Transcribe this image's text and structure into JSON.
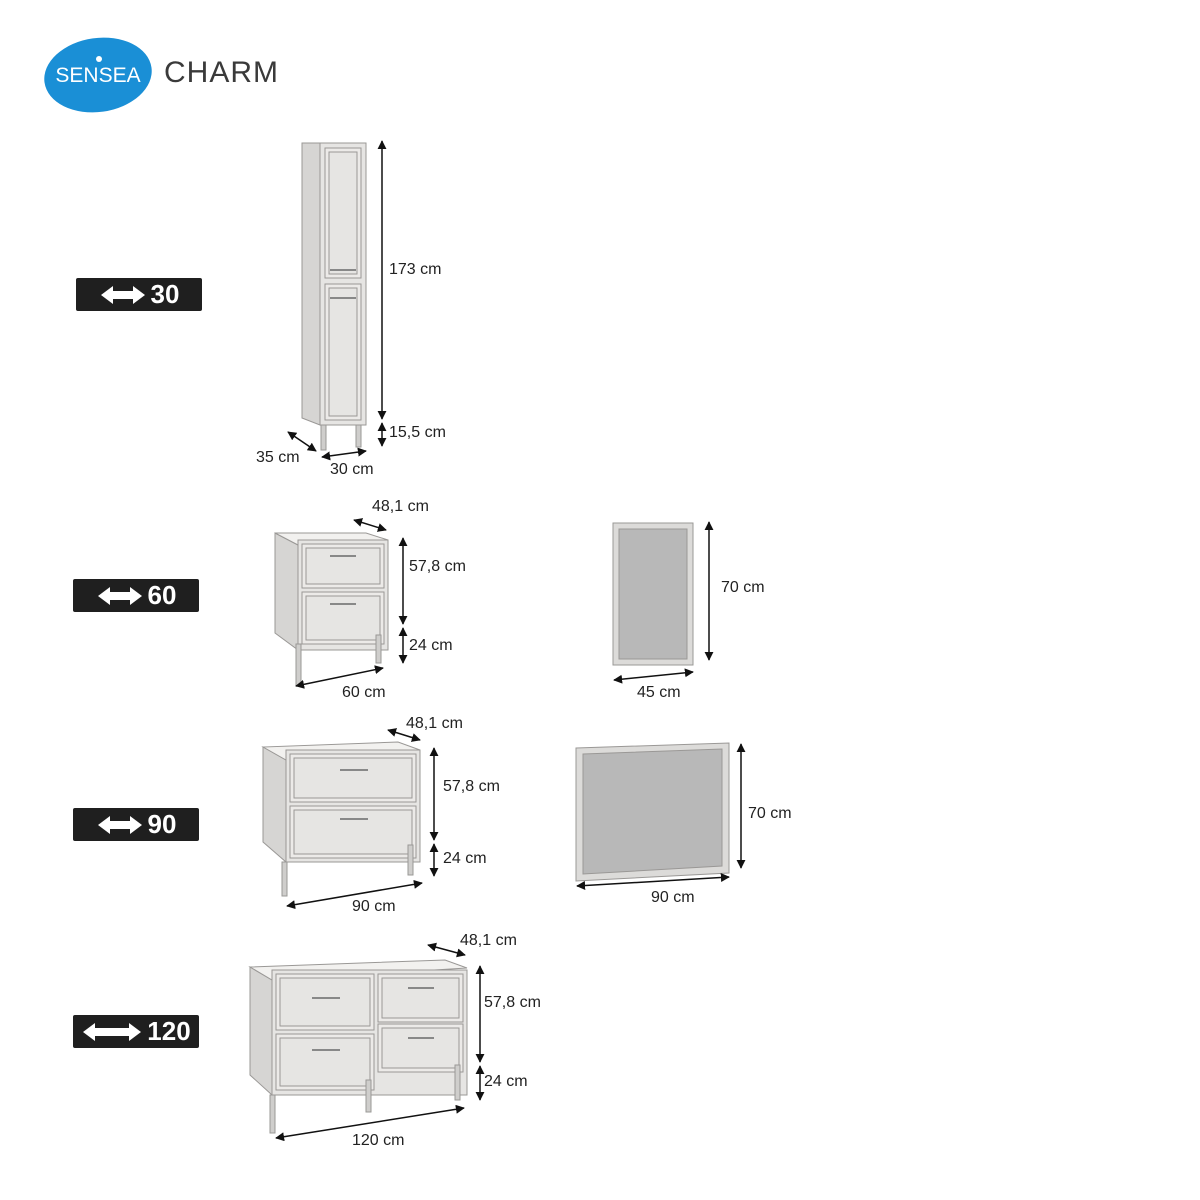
{
  "brand": {
    "logo_text": "SENSEA",
    "product_name": "CHARM"
  },
  "rows": [
    {
      "badge_width": "30",
      "dimensions": {
        "height": "173 cm",
        "leg_height": "15,5 cm",
        "depth": "35 cm",
        "width": "30 cm"
      }
    },
    {
      "badge_width": "60",
      "dimensions": {
        "depth": "48,1 cm",
        "height": "57,8 cm",
        "leg_height": "24 cm",
        "width": "60 cm"
      },
      "mirror": {
        "height": "70 cm",
        "width": "45 cm"
      }
    },
    {
      "badge_width": "90",
      "dimensions": {
        "depth": "48,1 cm",
        "height": "57,8 cm",
        "leg_height": "24 cm",
        "width": "90 cm"
      },
      "mirror": {
        "height": "70 cm",
        "width": "90 cm"
      }
    },
    {
      "badge_width": "120",
      "dimensions": {
        "depth": "48,1 cm",
        "height": "57,8 cm",
        "leg_height": "24 cm",
        "width": "120 cm"
      }
    }
  ],
  "colors": {
    "logo_blue": "#1a8fd6",
    "badge_bg": "#1f1f1f",
    "cabinet_grey": "#e6e5e3"
  },
  "icons": {
    "width_arrow": "double-horizontal-arrow-icon"
  }
}
